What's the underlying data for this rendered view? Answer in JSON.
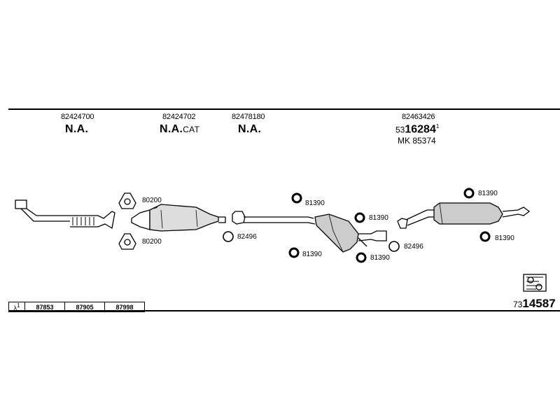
{
  "header_parts": [
    {
      "part_no": "82424700",
      "status": "N.A.",
      "suffix": ""
    },
    {
      "part_no": "82424702",
      "status": "N.A.",
      "suffix": "CAT"
    },
    {
      "part_no": "82478180",
      "status": "N.A.",
      "suffix": ""
    },
    {
      "part_no": "82463426",
      "ref_prefix": "53",
      "ref_main": "16284",
      "ref_sup": "1",
      "kit": "MK  85374"
    }
  ],
  "component_labels": {
    "gasket_upper": "80200",
    "gasket_lower": "80200",
    "ring_left": "82496",
    "ring_right": "82496",
    "hanger_1": "81390",
    "hanger_2": "81390",
    "hanger_3": "81390",
    "hanger_4": "81390",
    "hanger_5": "81390",
    "hanger_6": "81390"
  },
  "lambda_table": {
    "symbol": "λ",
    "symbol_sup": "1",
    "cells": [
      "87853",
      "87905",
      "87998"
    ]
  },
  "diagram_ref": {
    "prefix": "73",
    "main": "14587"
  },
  "icons": [
    "exhaust-pipe-icon",
    "catalytic-converter-icon",
    "silencer-icon",
    "rear-muffler-icon",
    "gasket-icon",
    "rubber-hanger-icon",
    "spring-ring-icon",
    "manual-book-icon"
  ]
}
